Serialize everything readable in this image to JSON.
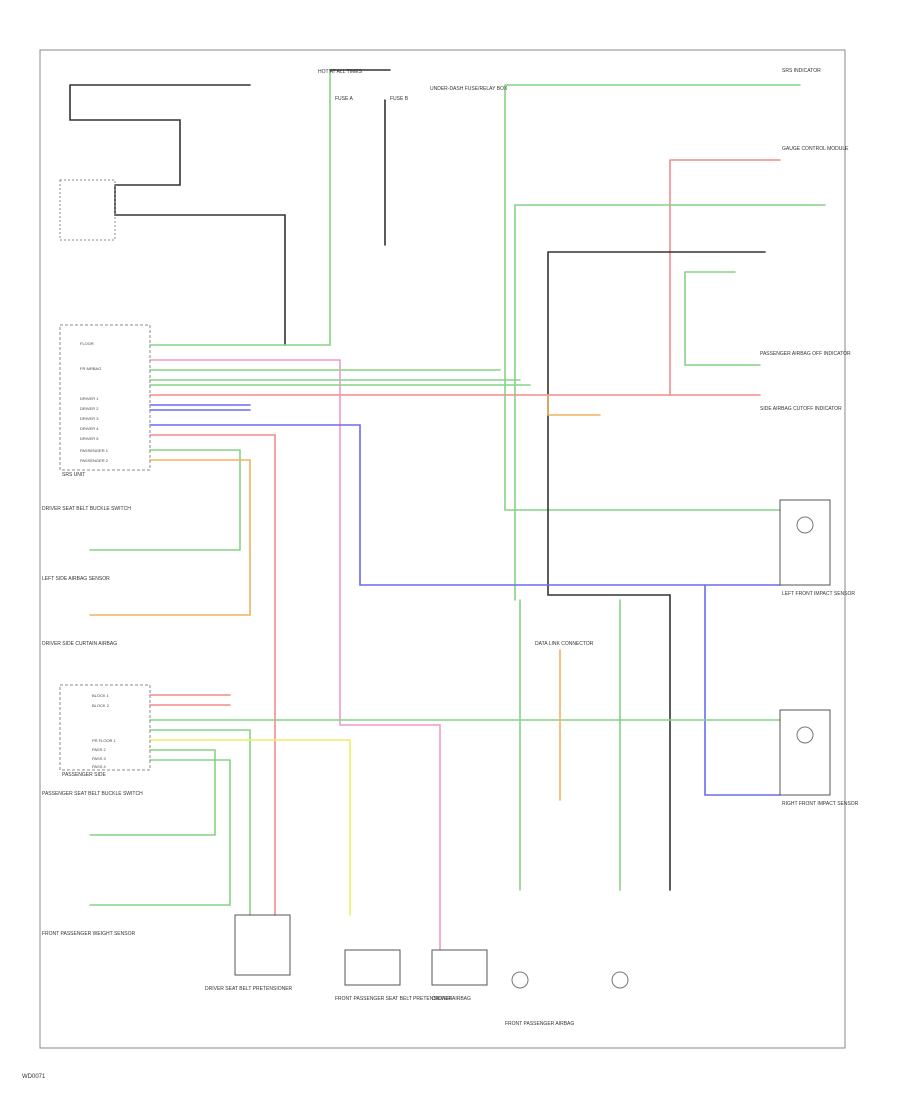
{
  "diagram": {
    "footer_code": "WD0071",
    "modules": {
      "srs_unit": {
        "label": "SRS UNIT",
        "pins": [
          "FLOOR",
          "FR AIRBAG",
          "DRIVER 1",
          "DRIVER 2",
          "DRIVER 3",
          "DRIVER 4",
          "DRIVER 5",
          "PASSENGER 1",
          "PASSENGER 2"
        ]
      },
      "passenger_module": {
        "label": "PASSENGER SIDE",
        "pins": [
          "BLOCK 1",
          "BLOCK 2",
          "PR FLOOR 1",
          "PASS 2",
          "PASS 3",
          "PASS 4"
        ]
      }
    },
    "labels": {
      "hot_at_all_times": "HOT AT ALL TIMES",
      "fuse_a": "FUSE A",
      "fuse_b": "FUSE B",
      "under_dash_box": "UNDER-DASH FUSE/RELAY BOX",
      "srs_indicator": "SRS INDICATOR",
      "gauge_control": "GAUGE CONTROL MODULE",
      "driver_seat_belt": "DRIVER SEAT BELT BUCKLE SWITCH",
      "left_side_sensor": "LEFT SIDE AIRBAG SENSOR",
      "driver_side_curtain": "DRIVER SIDE CURTAIN AIRBAG",
      "passenger_seat_belt": "PASSENGER SEAT BELT BUCKLE SWITCH",
      "front_passenger_weight": "FRONT PASSENGER WEIGHT SENSOR",
      "passenger_airbag_off": "PASSENGER AIRBAG OFF INDICATOR",
      "left_front_impact": "LEFT FRONT IMPACT SENSOR",
      "right_front_impact": "RIGHT FRONT IMPACT SENSOR",
      "driver_airbag": "DRIVER AIRBAG",
      "front_passenger_airbag": "FRONT PASSENGER AIRBAG",
      "driver_seat_pretensioner": "DRIVER SEAT BELT PRETENSIONER",
      "passenger_seat_pretensioner": "FRONT PASSENGER SEAT BELT PRETENSIONER",
      "dlc": "DATA LINK CONNECTOR",
      "side_airbag_cutoff": "SIDE AIRBAG CUTOFF INDICATOR"
    },
    "colors": {
      "green": "#86d486",
      "red": "#f28b8b",
      "blue": "#6b6bf0",
      "yellow": "#eeee66",
      "orange": "#f0b060",
      "black": "#333333",
      "pink": "#f09ac6"
    }
  }
}
